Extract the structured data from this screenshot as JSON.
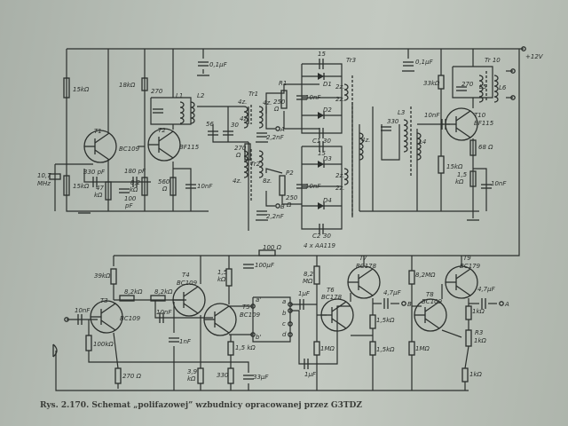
{
  "caption": "Rys. 2.170. Schemat „polifazowej” wzbudnicy opracowanej przez G3TDZ",
  "labels": {
    "supply": "+12V",
    "c01_top": "0,1μF",
    "r15k_a": "15kΩ",
    "r15k_b": "15kΩ",
    "xtal1": "10,7",
    "xtal2": "MHz",
    "t1": "T1",
    "t1_type": "BC109",
    "c330": "330 pF",
    "c180": "180 pF",
    "r47k_1": "47",
    "r47k_2": "kΩ",
    "c100p_1": "100",
    "c100p_2": "pF",
    "r18k": "18kΩ",
    "r82k_1": "8,2",
    "r82k_2": "kΩ",
    "t2": "T2",
    "t2_type": "BF115",
    "r560_1": "560",
    "r560_2": "Ω",
    "c10n_t2": "10nF",
    "c270_a": "270",
    "l1": "L1",
    "l2": "L2",
    "c56": "56",
    "c30": "30",
    "tr1": "Tr1",
    "tr1_w1": "4z.",
    "tr1_w2": "4z.",
    "tr1_w3": "4z.",
    "out_a1": "A",
    "c22n_a": "2,2nF",
    "r270_1": "270",
    "r270_2": "Ω",
    "tr2": "Tr2",
    "tr2_w1": "4z.",
    "tr2_w2": "8z.",
    "out_b1": "B",
    "c22n_b": "2,2nF",
    "r1": "R1",
    "r1_val1": "250",
    "r1_val2": "Ω",
    "p2": "P2",
    "p2_val1": "250",
    "p2_val2": "Ω",
    "c15_a": "15",
    "d1": "D1",
    "c10n_a": "10nF",
    "d2": "D2",
    "c1": "C1",
    "c1_val": "30",
    "tr3": "Tr3",
    "tr3_w1": "2z.",
    "tr3_w2": "2z.",
    "c15_b": "15",
    "d3": "D3",
    "c10n_b": "10nF",
    "d4": "D4",
    "c2": "C2",
    "c2_val": "30",
    "tr3b_w1": "2z.",
    "tr3b_w2": "2z.",
    "diodes": "4 x AA119",
    "c01_right": "0,1μF",
    "r33k": "33kΩ",
    "tr10": "Tr 10",
    "c270_b": "270",
    "l5": "L5",
    "l6": "L6",
    "c330_b": "330",
    "l3": "L3",
    "l4": "L4",
    "w4z": "4z.",
    "c10n_t10": "10nF",
    "t10": "T10",
    "t10_type": "BF115",
    "r68": "68 Ω",
    "r15k_c": "15kΩ",
    "r15k_d1": "1,5",
    "r15k_d2": "kΩ",
    "c10n_e": "10nF",
    "r100": "100 Ω",
    "c100u": "100μF",
    "r39k": "39kΩ",
    "t3": "T3",
    "t3_type": "BC109",
    "c10n_in": "10nF",
    "r100k": "100kΩ",
    "r270b": "270 Ω",
    "r82k_a": "8,2kΩ",
    "r82k_b": "8,2kΩ",
    "c10n_f": "10nF",
    "c1n": "1nF",
    "t4": "T4",
    "t4_type": "BC109",
    "r39k_b1": "3,9",
    "r39k_b2": "kΩ",
    "t5": "T5",
    "t5_type": "BC109",
    "r15k_e1": "1,5",
    "r15k_e2": "kΩ",
    "r15k_f": "1,5 kΩ",
    "r330": "330",
    "c33u": "33μF",
    "pa": "a'",
    "pb": "b'",
    "qa": "a",
    "qb": "b",
    "qc": "c",
    "qd": "d",
    "c1u_a": "1μF",
    "c1u_b": "1μF",
    "r82m_1": "8,2",
    "r82m_2": "MΩ",
    "t6": "T6",
    "t6_type": "BC178",
    "t7": "T7",
    "t7_type": "BC178",
    "c47u_b": "4,7μF",
    "out_b2": "B",
    "r15k_g": "1,5kΩ",
    "r15k_h": "1,5kΩ",
    "r1m_a": "1MΩ",
    "r82m_b": "8,2MΩ",
    "t8": "T8",
    "t8_type": "BC109",
    "t9": "T9",
    "t9_type": "BC179",
    "c47u_a": "4,7μF",
    "out_a2": "A",
    "r1k_a": "1kΩ",
    "r3": "R3",
    "r3_val": "1kΩ",
    "r1k_b": "1kΩ",
    "r1m_b": "1MΩ"
  }
}
